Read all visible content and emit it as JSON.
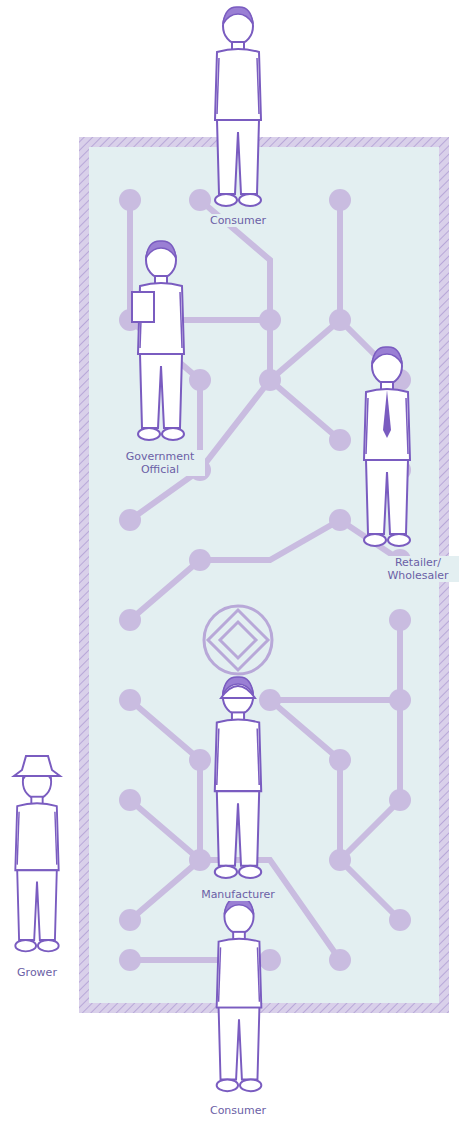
{
  "diagram": {
    "labels": [
      "Consumer",
      "Government Official",
      "Retailer/ Wholesaler",
      "Manufacturer",
      "Grower",
      "Consumer"
    ]
  }
}
